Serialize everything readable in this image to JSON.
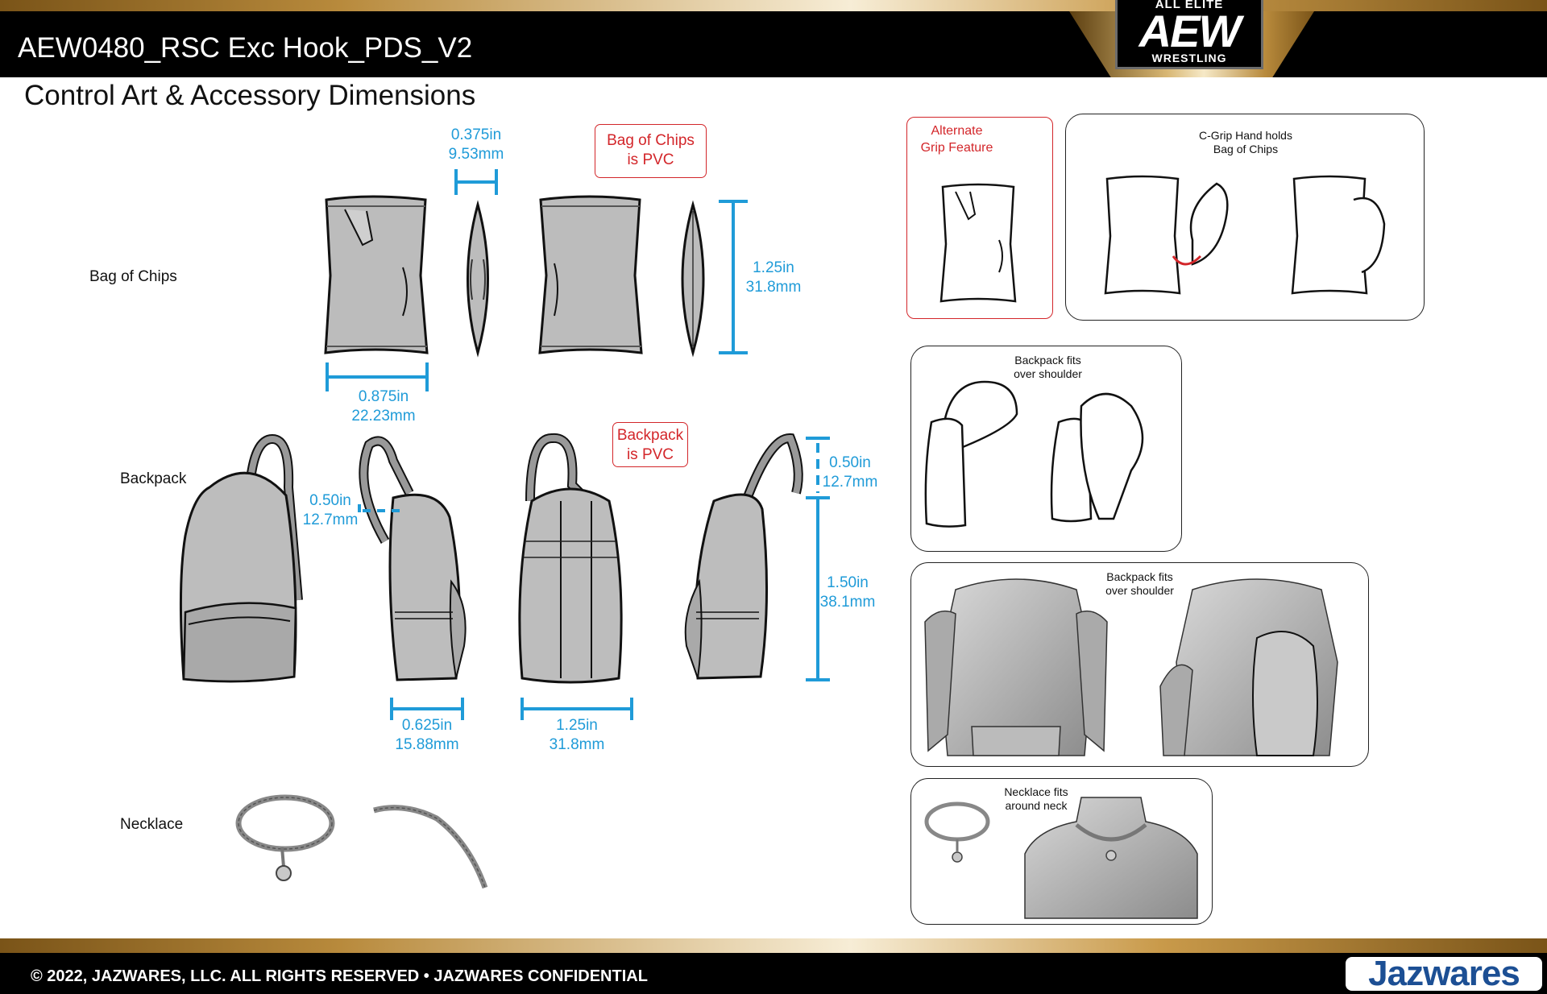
{
  "header": {
    "doc_title": "AEW0480_RSC Exc Hook_PDS_V2",
    "logo": {
      "top": "ALL ELITE",
      "main": "AEW",
      "bottom": "WRESTLING"
    }
  },
  "section_title": "Control Art &  Accessory Dimensions",
  "rows": {
    "chips": "Bag of Chips",
    "backpack": "Backpack",
    "necklace": "Necklace"
  },
  "dimensions": {
    "chips_depth": [
      "0.375in",
      "9.53mm"
    ],
    "chips_width": [
      "0.875in",
      "22.23mm"
    ],
    "chips_height": [
      "1.25in",
      "31.8mm"
    ],
    "bp_strap_side": [
      "0.50in",
      "12.7mm"
    ],
    "bp_strap_top": [
      "0.50in",
      "12.7mm"
    ],
    "bp_height": [
      "1.50in",
      "38.1mm"
    ],
    "bp_depth": [
      "0.625in",
      "15.88mm"
    ],
    "bp_width": [
      "1.25in",
      "31.8mm"
    ]
  },
  "material_notes": {
    "chips": [
      "Bag of Chips",
      "is PVC"
    ],
    "backpack": [
      "Backpack",
      "is PVC"
    ]
  },
  "panels": {
    "alt_grip": [
      "Alternate",
      "Grip Feature"
    ],
    "c_grip": [
      "C-Grip Hand holds",
      "Bag of Chips"
    ],
    "backpack_fit_1": [
      "Backpack fits",
      "over shoulder"
    ],
    "backpack_fit_2": [
      "Backpack fits",
      "over shoulder"
    ],
    "necklace_fit": [
      "Necklace fits",
      "around neck"
    ]
  },
  "colors": {
    "dimension_blue": "#1f9bd8",
    "note_red": "#d3262a",
    "brand_blue": "#1c4f94"
  },
  "footer": {
    "copyright": "© 2022, JAZWARES, LLC. ALL RIGHTS RESERVED • JAZWARES CONFIDENTIAL",
    "brand": "Jazwares"
  }
}
